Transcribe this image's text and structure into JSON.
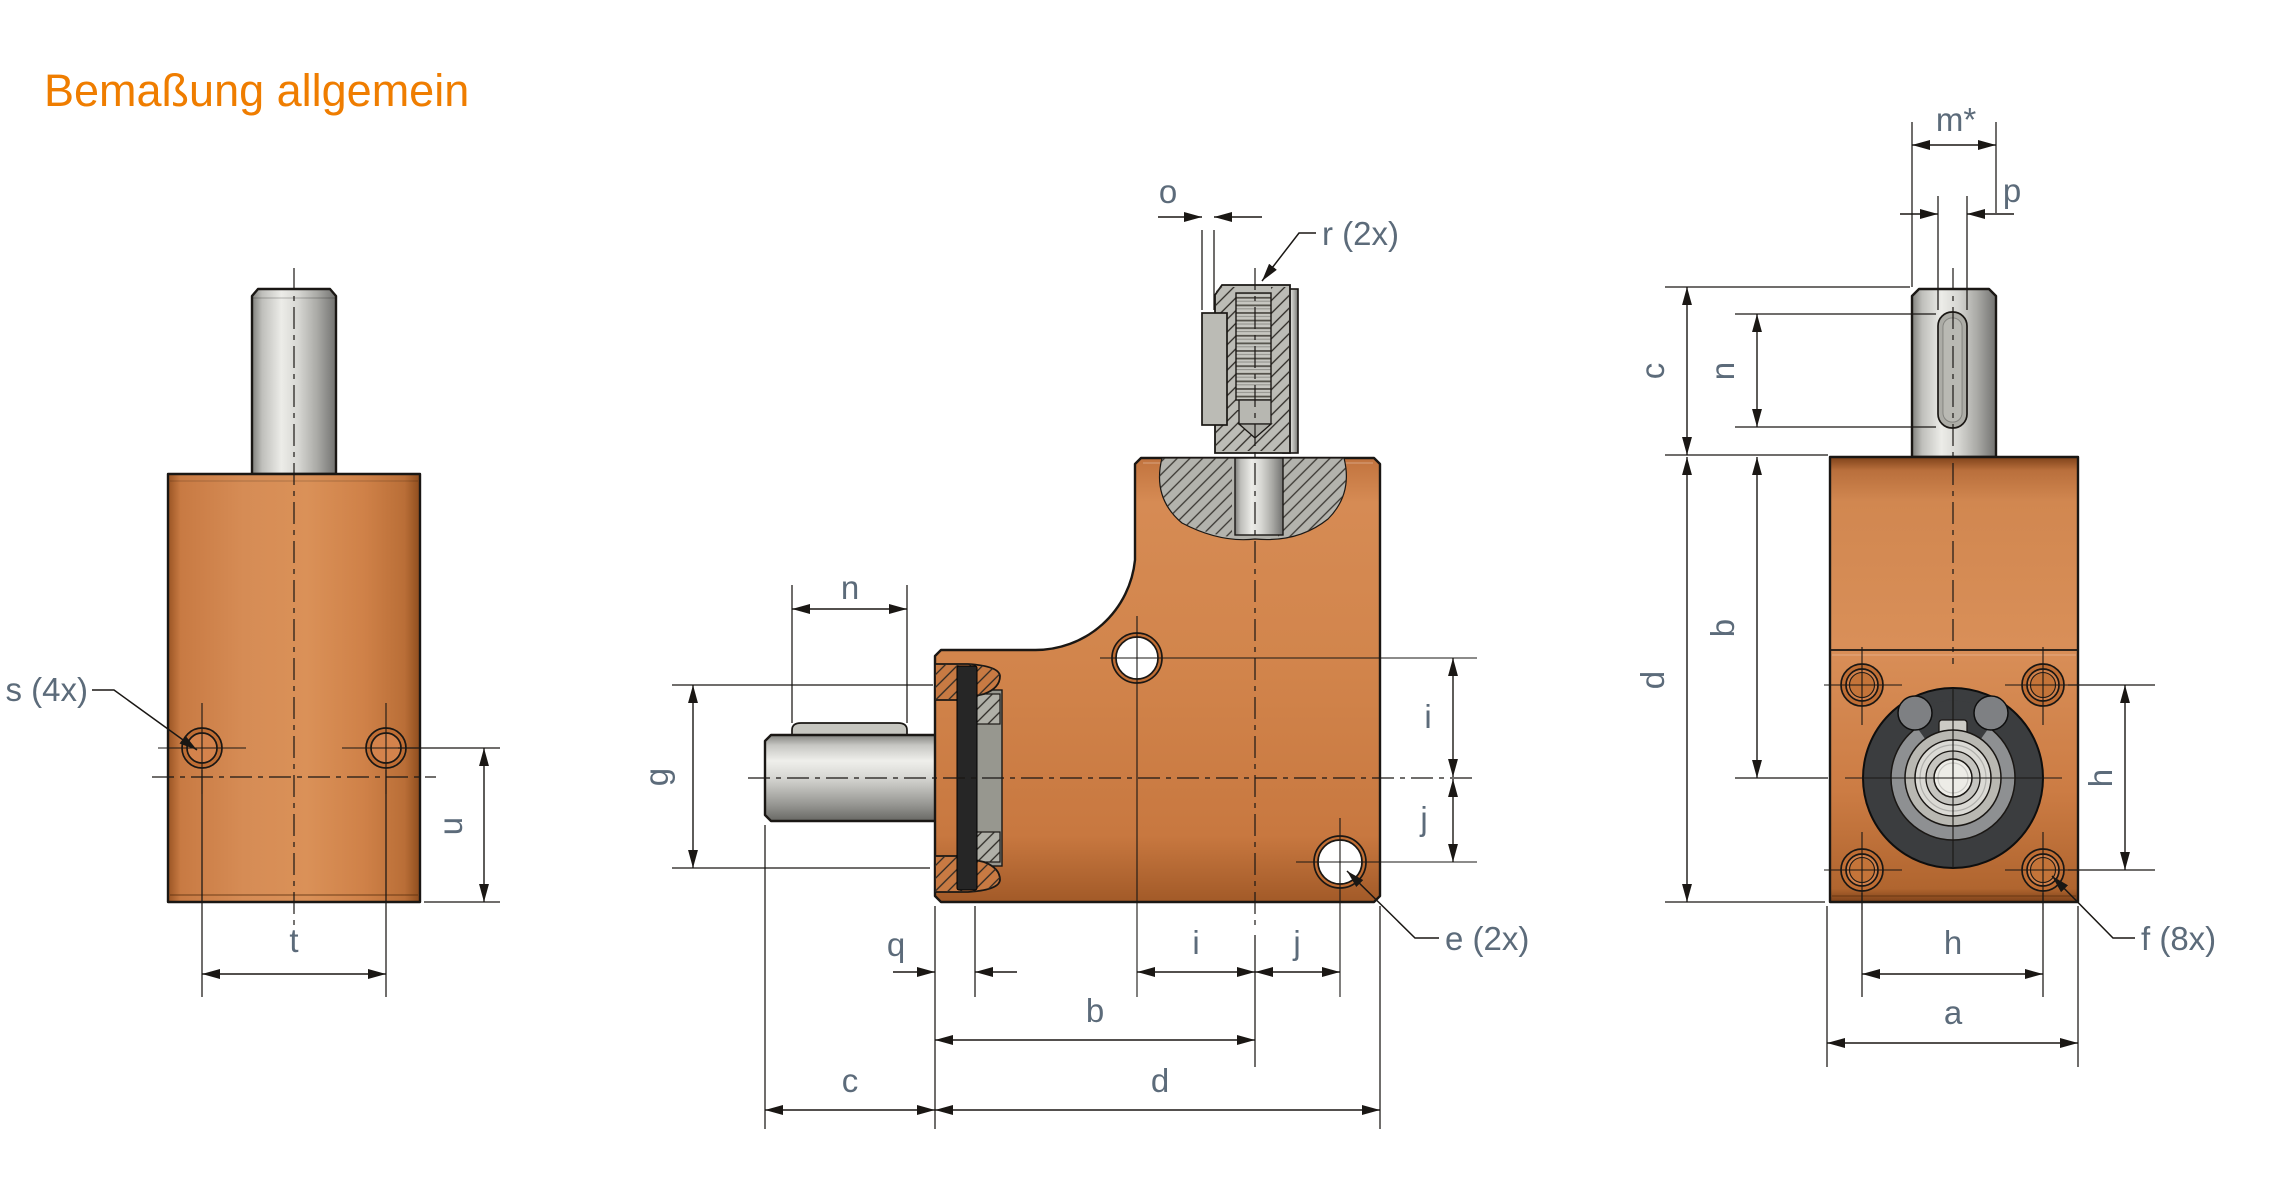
{
  "title": "Bemaßung allgemein",
  "colors": {
    "title": "#EF7D00",
    "label": "#5C6B7A",
    "line": "#1A1714",
    "body_orange": "#CE7F48",
    "body_orange_light": "#DD9560",
    "body_orange_dark": "#9A5526",
    "steel_light": "#ECECE8",
    "steel_mid": "#B9B9B3",
    "steel_dark": "#76766F",
    "bearing_dark": "#3B3D3F",
    "bearing_mid": "#8E9092",
    "seal_black": "#262626"
  },
  "front_view": {
    "s": "s (4x)",
    "t": "t",
    "u": "u"
  },
  "section_view": {
    "o": "o",
    "r": "r (2x)",
    "n": "n",
    "g": "g",
    "q": "q",
    "i_side": "i",
    "j_side": "j",
    "i_bottom": "i",
    "j_bottom": "j",
    "b": "b",
    "c": "c",
    "d": "d",
    "e": "e (2x)"
  },
  "side_view": {
    "m": "m*",
    "p": "p",
    "c": "c",
    "n": "n",
    "d": "d",
    "b": "b",
    "h_side": "h",
    "h_bottom": "h",
    "a": "a",
    "f": "f (8x)"
  }
}
